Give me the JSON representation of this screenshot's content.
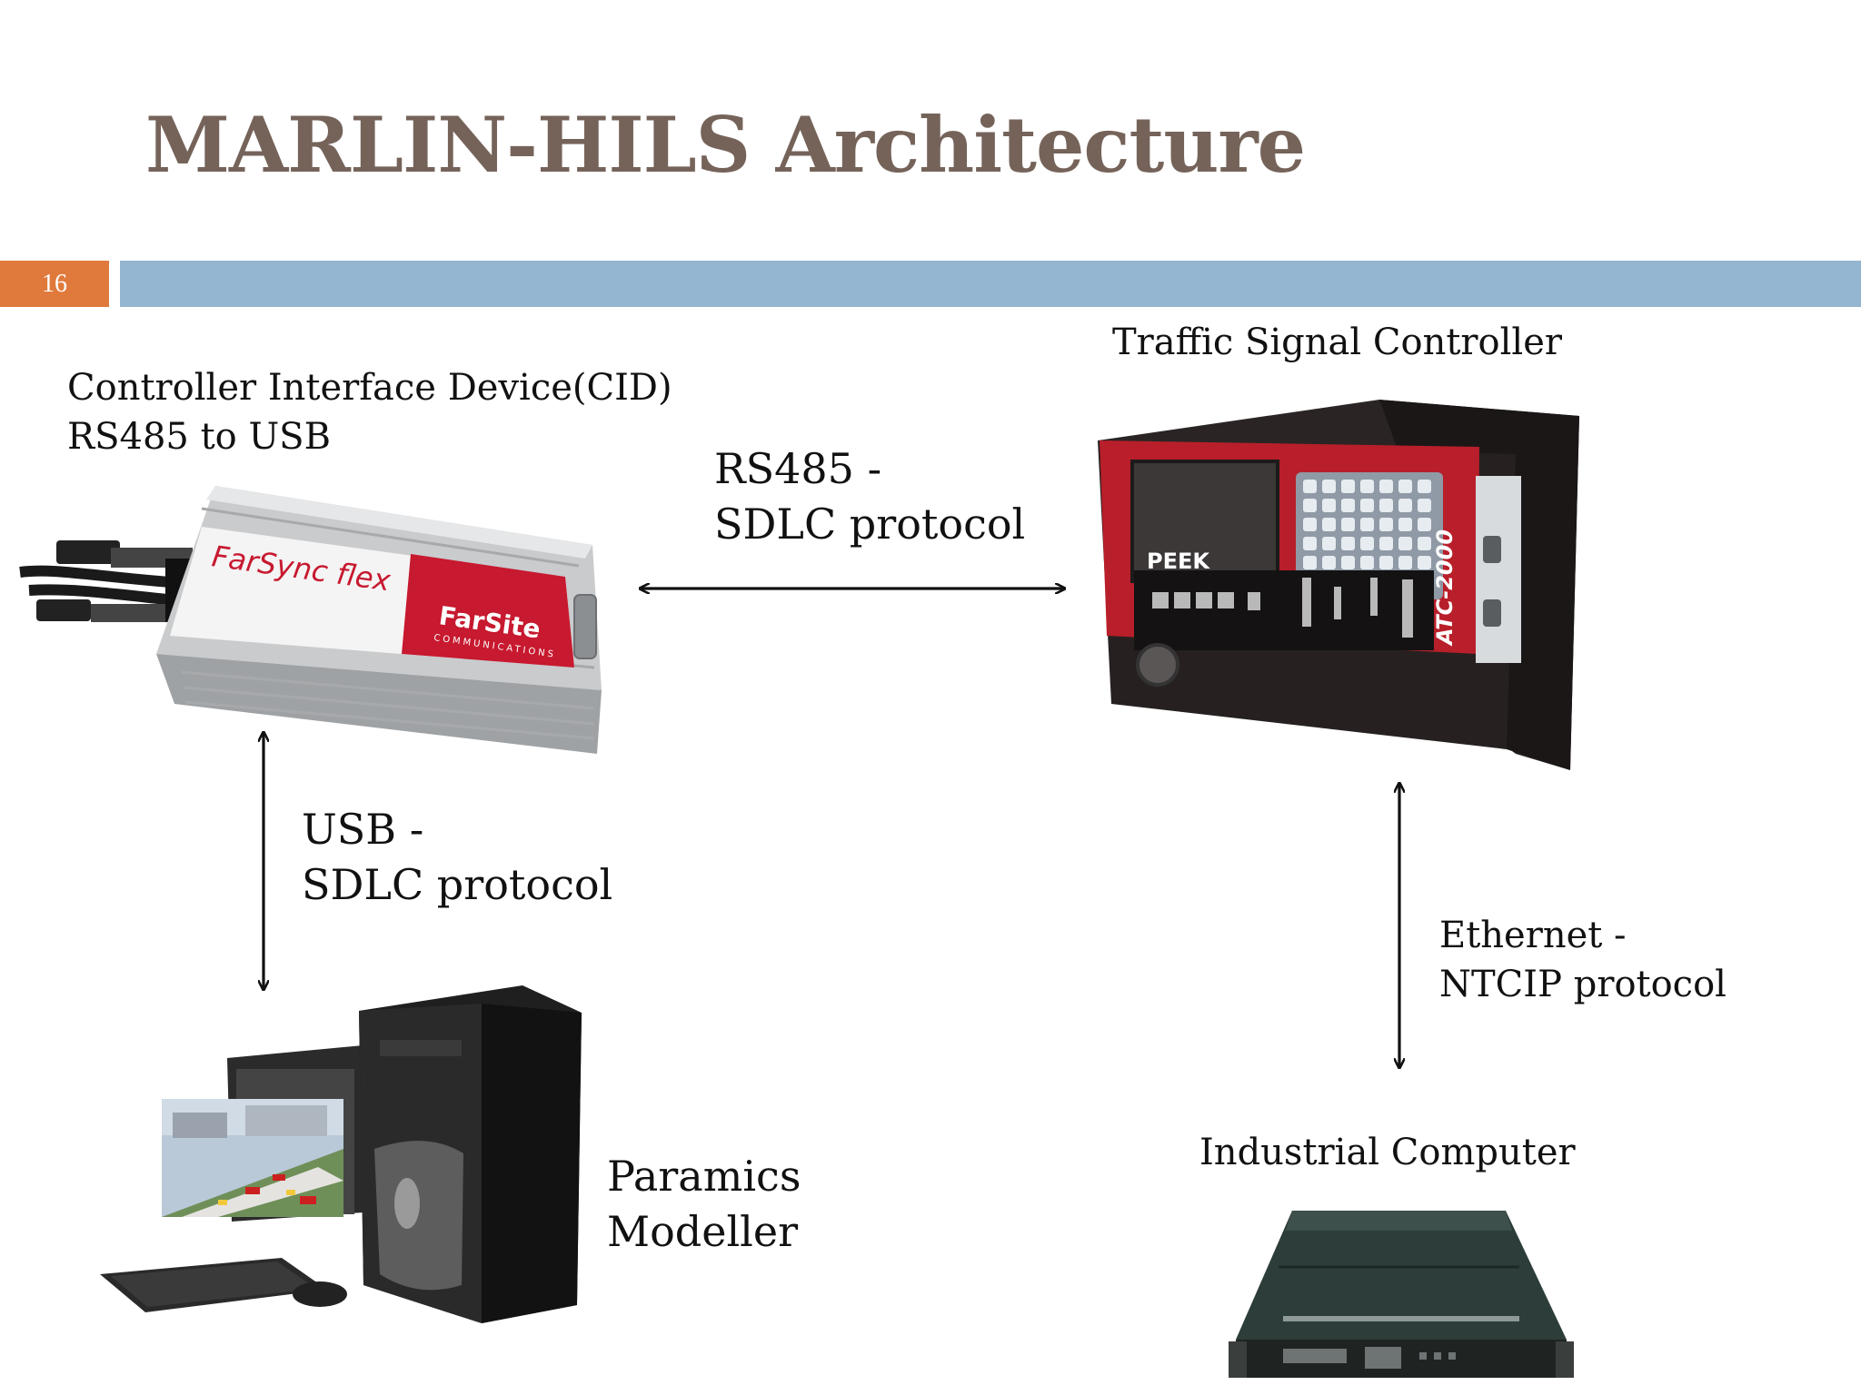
{
  "slide": {
    "title": "MARLIN-HILS Architecture",
    "page_number": "16",
    "colors": {
      "title": "#75635a",
      "page_box": "#e07a3c",
      "bar": "#94b6d0"
    }
  },
  "nodes": {
    "cid": {
      "label_line1": "Controller Interface Device(CID)",
      "label_line2": "RS485 to USB",
      "device_brand": "FarSync flex",
      "device_maker": "FarSite",
      "device_maker_sub": "COMMUNICATIONS",
      "icon": "usb-adapter-icon"
    },
    "tsc": {
      "label": "Traffic Signal Controller",
      "device_brand": "PEEK",
      "device_model": "ATC-2000",
      "icon": "signal-controller-icon"
    },
    "paramics": {
      "label_line1": "Paramics",
      "label_line2": "Modeller",
      "icon": "desktop-computer-icon"
    },
    "industrial": {
      "label": "Industrial Computer",
      "icon": "rack-server-icon"
    }
  },
  "links": {
    "rs485": {
      "line1": "RS485 -",
      "line2": "SDLC protocol"
    },
    "usb": {
      "line1": "USB -",
      "line2": "SDLC protocol"
    },
    "ethernet": {
      "line1": "Ethernet -",
      "line2": "NTCIP protocol"
    }
  }
}
